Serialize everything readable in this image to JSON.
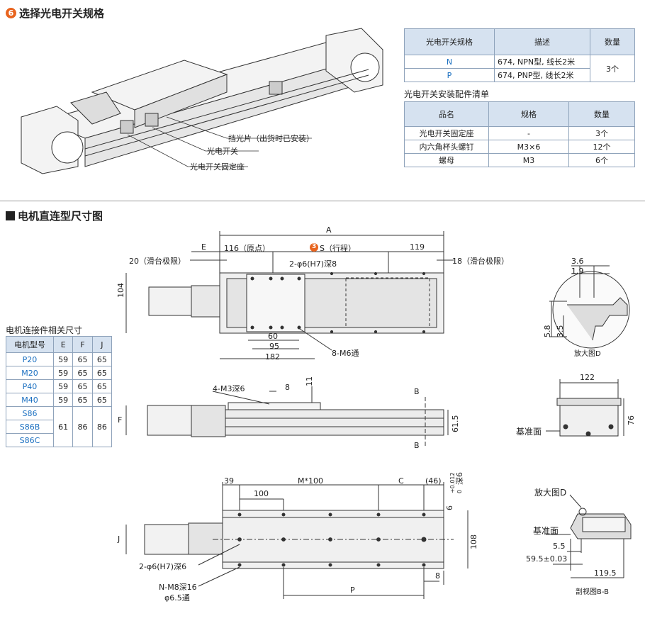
{
  "section1": {
    "number": "6",
    "title": "选择光电开关规格",
    "callouts": {
      "blade": "挡光片（出货时已安装）",
      "sensor": "光电开关",
      "bracket": "光电开关固定座"
    },
    "spec_table": {
      "headers": [
        "光电开关规格",
        "描述",
        "数量"
      ],
      "rows": [
        {
          "code": "N",
          "desc": "674, NPN型, 线长2米"
        },
        {
          "code": "P",
          "desc": "674, PNP型, 线长2米"
        }
      ],
      "qty": "3个"
    },
    "parts_title": "光电开关安装配件清单",
    "parts_table": {
      "headers": [
        "品名",
        "规格",
        "数量"
      ],
      "rows": [
        {
          "name": "光电开关固定座",
          "spec": "-",
          "qty": "3个"
        },
        {
          "name": "内六角杯头螺钉",
          "spec": "M3×6",
          "qty": "12个"
        },
        {
          "name": "螺母",
          "spec": "M3",
          "qty": "6个"
        }
      ]
    }
  },
  "section2": {
    "title": "电机直连型尺寸图",
    "motor_table": {
      "title": "电机连接件相关尺寸",
      "headers": [
        "电机型号",
        "E",
        "F",
        "J"
      ],
      "rows": [
        {
          "model": "P20",
          "E": "59",
          "F": "65",
          "J": "65"
        },
        {
          "model": "M20",
          "E": "59",
          "F": "65",
          "J": "65"
        },
        {
          "model": "P40",
          "E": "59",
          "F": "65",
          "J": "65"
        },
        {
          "model": "M40",
          "E": "59",
          "F": "65",
          "J": "65"
        }
      ],
      "s_models": [
        "S86",
        "S86B",
        "S86C"
      ],
      "s_values": {
        "E": "61",
        "F": "86",
        "J": "86"
      }
    },
    "top_view": {
      "A": "A",
      "E": "E",
      "origin": "116（原点）",
      "stroke_num": "3",
      "stroke": "S（行程）",
      "right": "119",
      "left_limit": "20（滑台极限）",
      "right_limit": "18（滑台极限）",
      "hole": "2-φ6(H7)深8",
      "h104": "104",
      "d60": "60",
      "d95": "95",
      "d182": "182",
      "m6": "8-M6通"
    },
    "side_view": {
      "m3": "4-M3深6",
      "d8": "8",
      "d11": "11",
      "F": "F",
      "d615": "61.5",
      "B": "B"
    },
    "bottom_view": {
      "d39": "39",
      "m100": "M*100",
      "C": "C",
      "d46": "(46)",
      "d100": "100",
      "J": "J",
      "d108": "108",
      "tol": "+0.012",
      "tol0": "0",
      "d6": "6",
      "deep6": "深6",
      "hole2": "2-φ6(H7)深6",
      "m8": "N-M8深16",
      "phi65": "φ6.5通",
      "P": "P",
      "d8b": "8"
    },
    "detail_d": {
      "d36": "3.6",
      "d19": "1.9",
      "d58": "5.8",
      "d35": "3.5",
      "caption": "放大图D"
    },
    "end_view": {
      "d122": "122",
      "base": "基准面",
      "d76": "76"
    },
    "section_bb": {
      "label_d": "放大图D",
      "base": "基准面",
      "d55": "5.5",
      "d595": "59.5±0.03",
      "d1195": "119.5",
      "caption": "剖视图B-B"
    }
  }
}
